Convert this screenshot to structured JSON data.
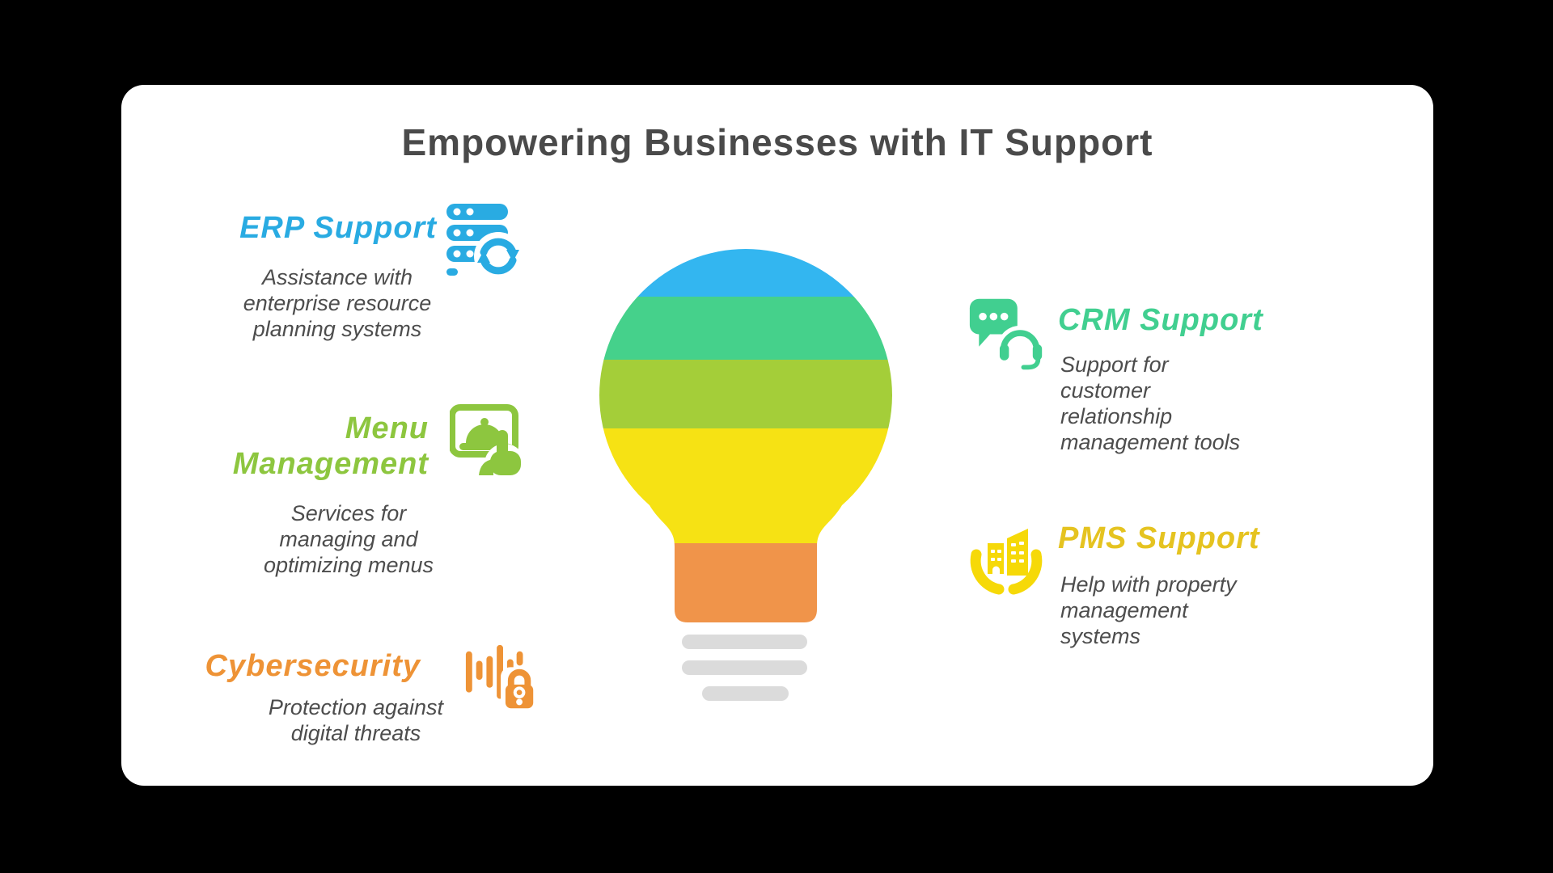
{
  "title": {
    "text": "Empowering Businesses with IT Support",
    "color": "#4A4A4A"
  },
  "canvas": {
    "background": "#000000",
    "card_background": "#FFFFFF",
    "body_text_color": "#4D4D4D"
  },
  "sections": [
    {
      "id": "erp-support",
      "heading": "ERP Support",
      "description": "Assistance with\nenterprise resource\nplanning systems",
      "color": "#29ABE2",
      "icon": "server-sync-icon"
    },
    {
      "id": "menu-management",
      "heading": "Menu\nManagement",
      "description": "Services for\nmanaging and\noptimizing menus",
      "color": "#8DC63F",
      "icon": "cloche-tablet-hand-icon"
    },
    {
      "id": "cybersecurity",
      "heading": "Cybersecurity",
      "description": "Protection against\ndigital threats",
      "color": "#EE9336",
      "icon": "soundwave-lock-icon"
    },
    {
      "id": "crm-support",
      "heading": "CRM Support",
      "description": "Support for\ncustomer\nrelationship\nmanagement tools",
      "color": "#41CF90",
      "icon": "chat-headset-icon"
    },
    {
      "id": "pms-support",
      "heading": "PMS Support",
      "description": "Help with property\nmanagement\nsystems",
      "color": "#E5C320",
      "icon_color": "#F6D908",
      "icon": "hands-buildings-icon"
    }
  ],
  "lightbulb": {
    "stripes": [
      {
        "name": "sky-blue",
        "color": "#33B6F0"
      },
      {
        "name": "mint-green",
        "color": "#45D18B"
      },
      {
        "name": "lime-green",
        "color": "#A4CE39"
      },
      {
        "name": "yellow",
        "color": "#F6E214"
      },
      {
        "name": "orange",
        "color": "#F0944A"
      }
    ],
    "thread_color": "#DBDBDB"
  }
}
